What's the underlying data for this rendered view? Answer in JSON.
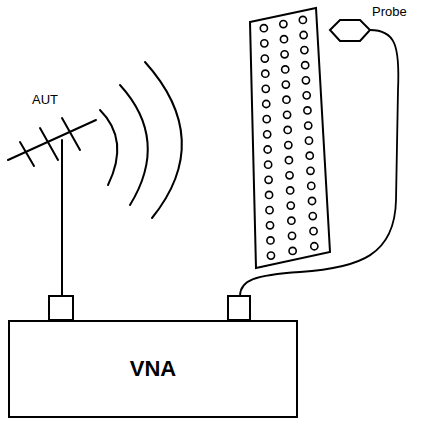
{
  "diagram": {
    "nodes": [
      {
        "text": [
          "VNA"
        ]
      }
    ],
    "labels": [
      "AUT",
      "Probe"
    ]
  }
}
